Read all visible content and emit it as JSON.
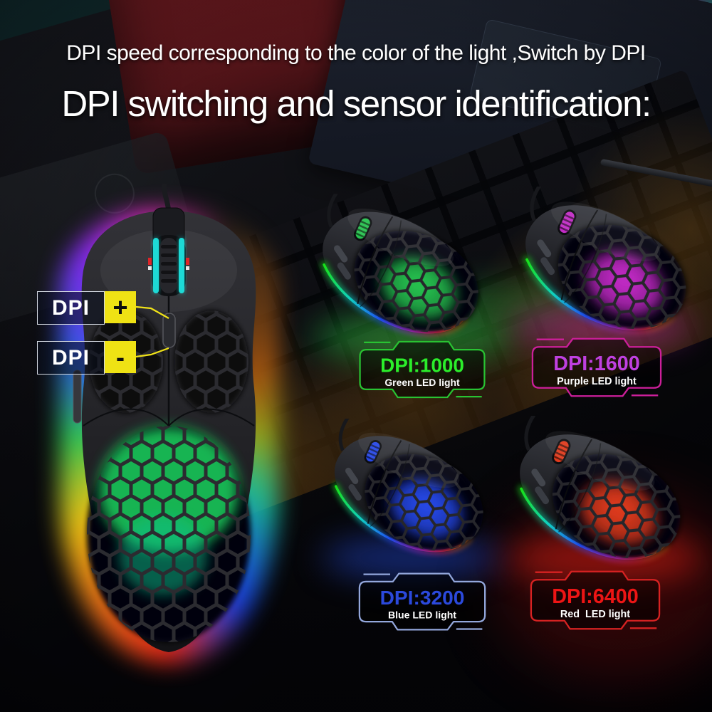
{
  "header": {
    "subtitle": "DPI speed corresponding to the color of the light ,Switch by DPI",
    "title": "DPI switching and sensor identification:"
  },
  "callouts": {
    "plus": {
      "label": "DPI",
      "sign": "+"
    },
    "minus": {
      "label": "DPI",
      "sign": "-"
    },
    "accent_yellow": "#efe214"
  },
  "main_mouse": {
    "led": "#1fd45f"
  },
  "dpi_modes": [
    {
      "dpi_label": "DPI:1000",
      "led_label": "Green LED light",
      "frame": "#29c232",
      "text": "#2bee2b",
      "led": "#27c24f"
    },
    {
      "dpi_label": "DPI:1600",
      "led_label": "Purple LED light",
      "frame": "#cc1f9a",
      "text": "#bf40e0",
      "led": "#c22cc6"
    },
    {
      "dpi_label": "DPI:3200",
      "led_label": "Blue LED light",
      "frame": "#93a7dc",
      "text": "#2b49dc",
      "led": "#2748e8"
    },
    {
      "dpi_label": "DPI:6400",
      "led_label": "Red  LED light",
      "frame": "#d62222",
      "text": "#ee1515",
      "led": "#e03a1c"
    }
  ]
}
